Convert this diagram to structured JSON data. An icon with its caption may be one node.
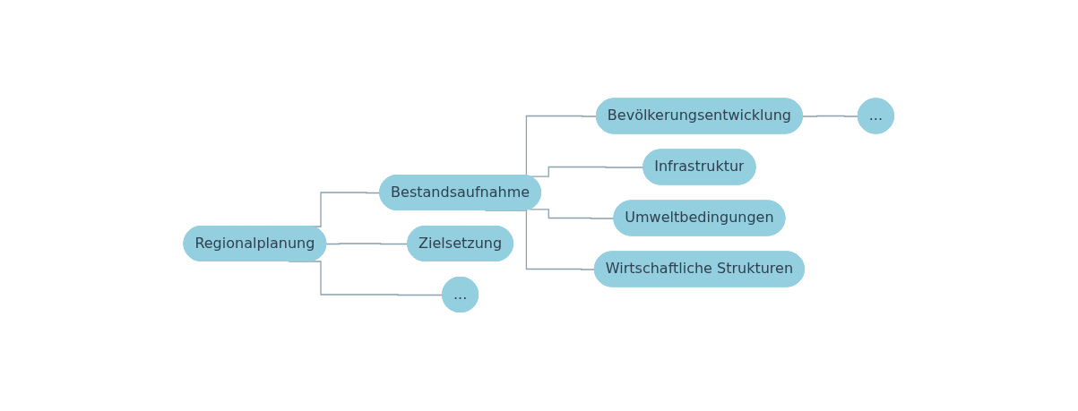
{
  "diagram": {
    "nodes": [
      {
        "text": [
          "Regionalplanung"
        ]
      },
      {
        "text": [
          "Bestandsaufnahme"
        ]
      },
      {
        "text": [
          "Bevölkerungsentwicklung"
        ]
      },
      {
        "text": [
          "..."
        ]
      },
      {
        "text": [
          "Infrastruktur"
        ]
      },
      {
        "text": [
          "Umweltbedingungen"
        ]
      },
      {
        "text": [
          "Wirtschaftliche Strukturen"
        ]
      },
      {
        "text": [
          "Zielsetzung"
        ]
      },
      {
        "text": [
          "..."
        ]
      }
    ],
    "edges": [
      {
        "from": 0,
        "to": 1,
        "arrow": "none"
      },
      {
        "from": 1,
        "to": 2,
        "arrow": "none"
      },
      {
        "from": 2,
        "to": 3,
        "arrow": "none"
      },
      {
        "from": 1,
        "to": 4,
        "arrow": "none"
      },
      {
        "from": 1,
        "to": 5,
        "arrow": "none"
      },
      {
        "from": 1,
        "to": 6,
        "arrow": "none"
      },
      {
        "from": 0,
        "to": 7,
        "arrow": "none"
      },
      {
        "from": 0,
        "to": 8,
        "arrow": "none"
      }
    ]
  }
}
